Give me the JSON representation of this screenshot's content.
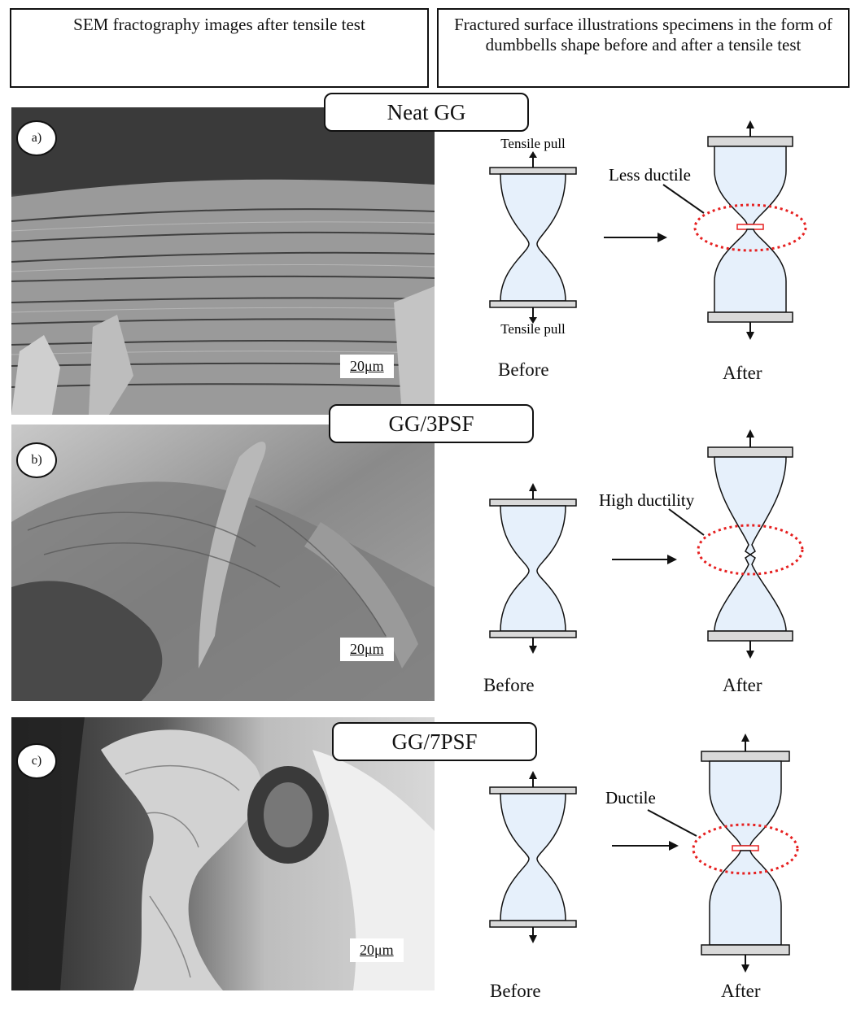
{
  "headers": {
    "left": "SEM fractography images after tensile test",
    "right": "Fractured surface illustrations specimens in the form of dumbbells shape before and after a tensile test"
  },
  "panels": [
    {
      "badge": "a)",
      "sample": "Neat GG",
      "scale_bar": "20μm",
      "before_label": "Before",
      "after_label": "After",
      "fracture_label": "Less ductile",
      "pull_top": "Tensile pull",
      "pull_bottom": "Tensile pull"
    },
    {
      "badge": "b)",
      "sample": "GG/3PSF",
      "scale_bar": "20μm",
      "before_label": "Before",
      "after_label": "After",
      "fracture_label": "High ductility"
    },
    {
      "badge": "c)",
      "sample": "GG/7PSF",
      "scale_bar": "20μm",
      "before_label": "Before",
      "after_label": "After",
      "fracture_label": "Ductile"
    }
  ],
  "colors": {
    "specimen_fill": "#e6f0fb",
    "grip": "#d9d9d9",
    "fracture_ring": "#e62020"
  }
}
